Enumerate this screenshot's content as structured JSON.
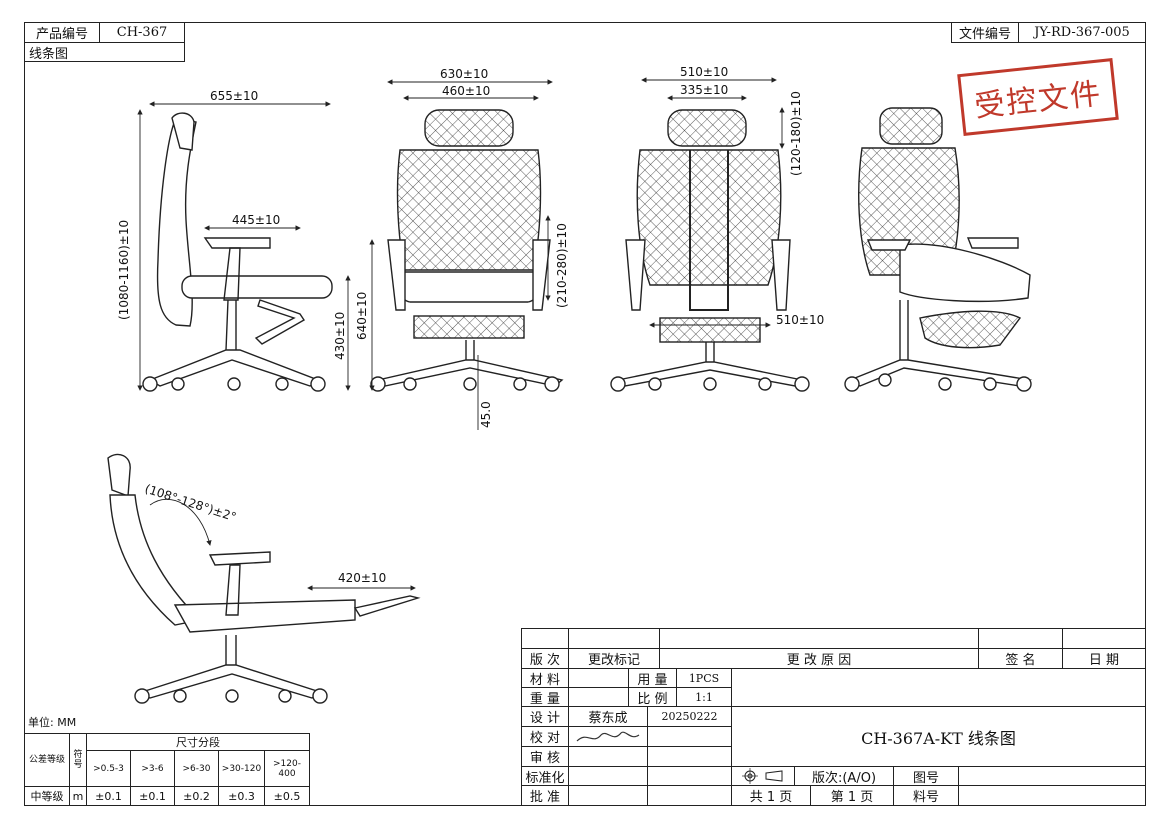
{
  "header": {
    "product_no_label": "产品编号",
    "product_no_value": "CH-367",
    "drawing_type": "线条图",
    "file_no_label": "文件编号",
    "file_no_value": "JY-RD-367-005"
  },
  "stamp": {
    "text": "受控文件"
  },
  "dimensions": {
    "side_overall_depth": "655±10",
    "side_height": "(1080-1160)±10",
    "side_armrest_depth": "445±10",
    "side_seat_height": "430±10",
    "front_overall_width": "630±10",
    "front_back_width": "460±10",
    "front_arm_height": "640±10",
    "front_base_clearance": "45.0",
    "front_arm_adjust": "(210-280)±10",
    "back_width": "510±10",
    "back_back_width": "335±10",
    "back_headrest_adjust": "(120-180)±10",
    "back_seat_width": "510±10",
    "recline_angle": "(108°-128°)±2°",
    "footrest_length": "420±10"
  },
  "tolerance": {
    "unit_label": "单位: MM",
    "grade_label": "公差等级",
    "symbol_label": "符号",
    "range_header": "尺寸分段",
    "ranges": [
      ">0.5-3",
      ">3-6",
      ">6-30",
      ">30-120",
      ">120-400"
    ],
    "grade_name": "中等级",
    "symbol": "m",
    "values": [
      "±0.1",
      "±0.1",
      "±0.2",
      "±0.3",
      "±0.5"
    ]
  },
  "title_block": {
    "version_label": "版 次",
    "change_mark_label": "更改标记",
    "change_reason_label": "更 改 原 因",
    "signature_label": "签 名",
    "date_label": "日 期",
    "material_label": "材 料",
    "usage_label": "用 量",
    "usage_value": "1PCS",
    "weight_label": "重 量",
    "scale_label": "比 例",
    "scale_value": "1:1",
    "design_label": "设 计",
    "designer": "蔡东成",
    "design_date": "20250222",
    "check_label": "校 对",
    "review_label": "审 核",
    "standard_label": "标准化",
    "approve_label": "批 准",
    "drawing_title": "CH-367A-KT 线条图",
    "revision_label": "版次:(A/O)",
    "drawing_no_label": "图号",
    "total_pages": "共 1 页",
    "page_no": "第 1 页",
    "part_no_label": "料号"
  }
}
